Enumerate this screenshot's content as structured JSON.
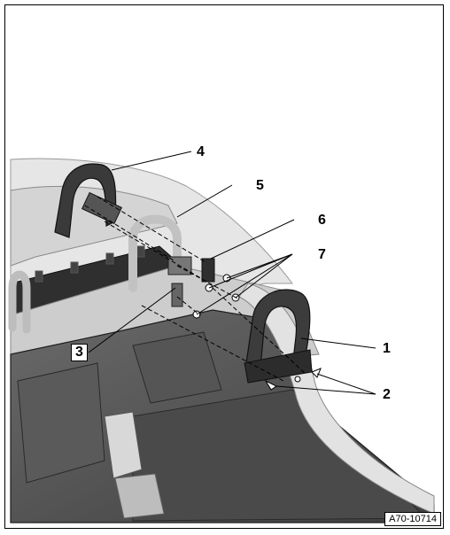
{
  "figure": {
    "reference_code": "A70-10714",
    "callouts": [
      {
        "id": "c1",
        "label": "1"
      },
      {
        "id": "c2",
        "label": "2"
      },
      {
        "id": "c3",
        "label": "3"
      },
      {
        "id": "c4",
        "label": "4"
      },
      {
        "id": "c5",
        "label": "5"
      },
      {
        "id": "c6",
        "label": "6"
      },
      {
        "id": "c7",
        "label": "7"
      }
    ]
  }
}
